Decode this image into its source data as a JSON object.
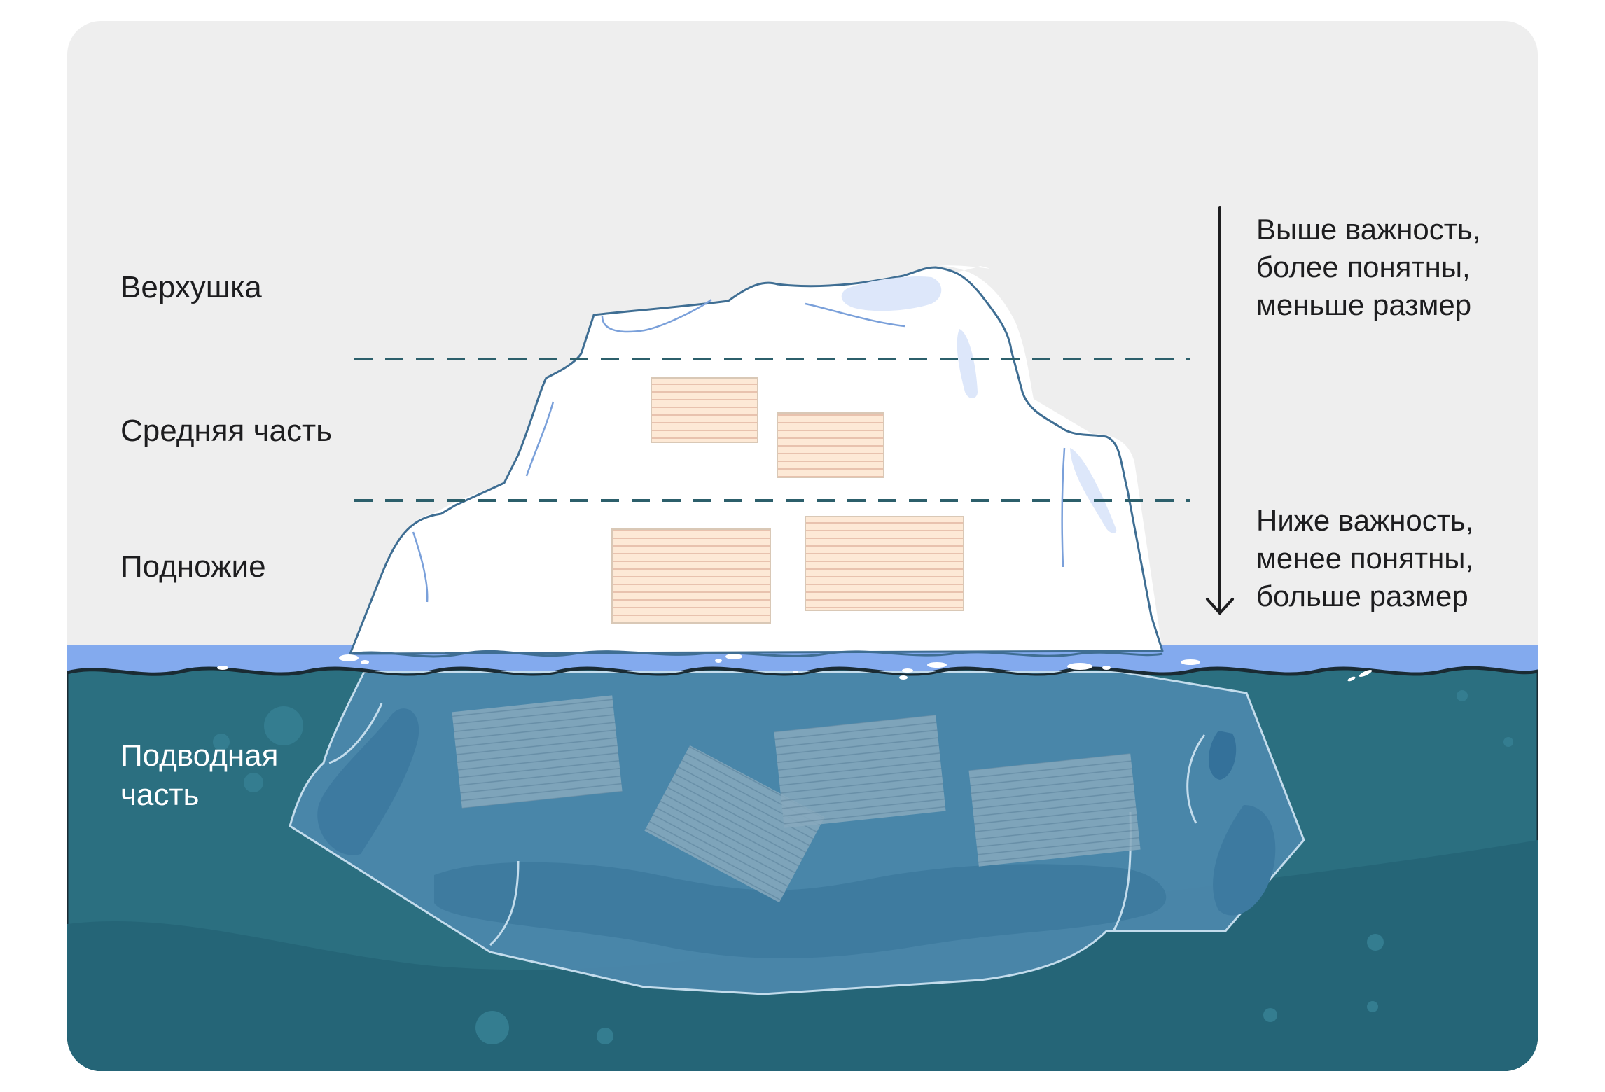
{
  "labels": {
    "top": "Верхушка",
    "middle": "Средняя часть",
    "base": "Подножие",
    "underwater_line1": "Подводная",
    "underwater_line2": "часть"
  },
  "arrow_text": {
    "top": [
      "Выше важность,",
      "более понятны,",
      "меньше размер"
    ],
    "bottom": [
      "Ниже важность,",
      "менее понятны,",
      "больше размер"
    ]
  },
  "colors": {
    "sky": "#eeeeee",
    "water_surface": "#83aaee",
    "deep_water": "#2b6f80",
    "deeper_water": "#256577",
    "iceberg_outline": "#3f6e93",
    "underwater_iceberg": "#4c88ad",
    "card": "#fde9d6",
    "divider": "#2c5f6b"
  },
  "icons": {
    "arrow": "arrow-down-icon",
    "card": "index-card-icon"
  }
}
